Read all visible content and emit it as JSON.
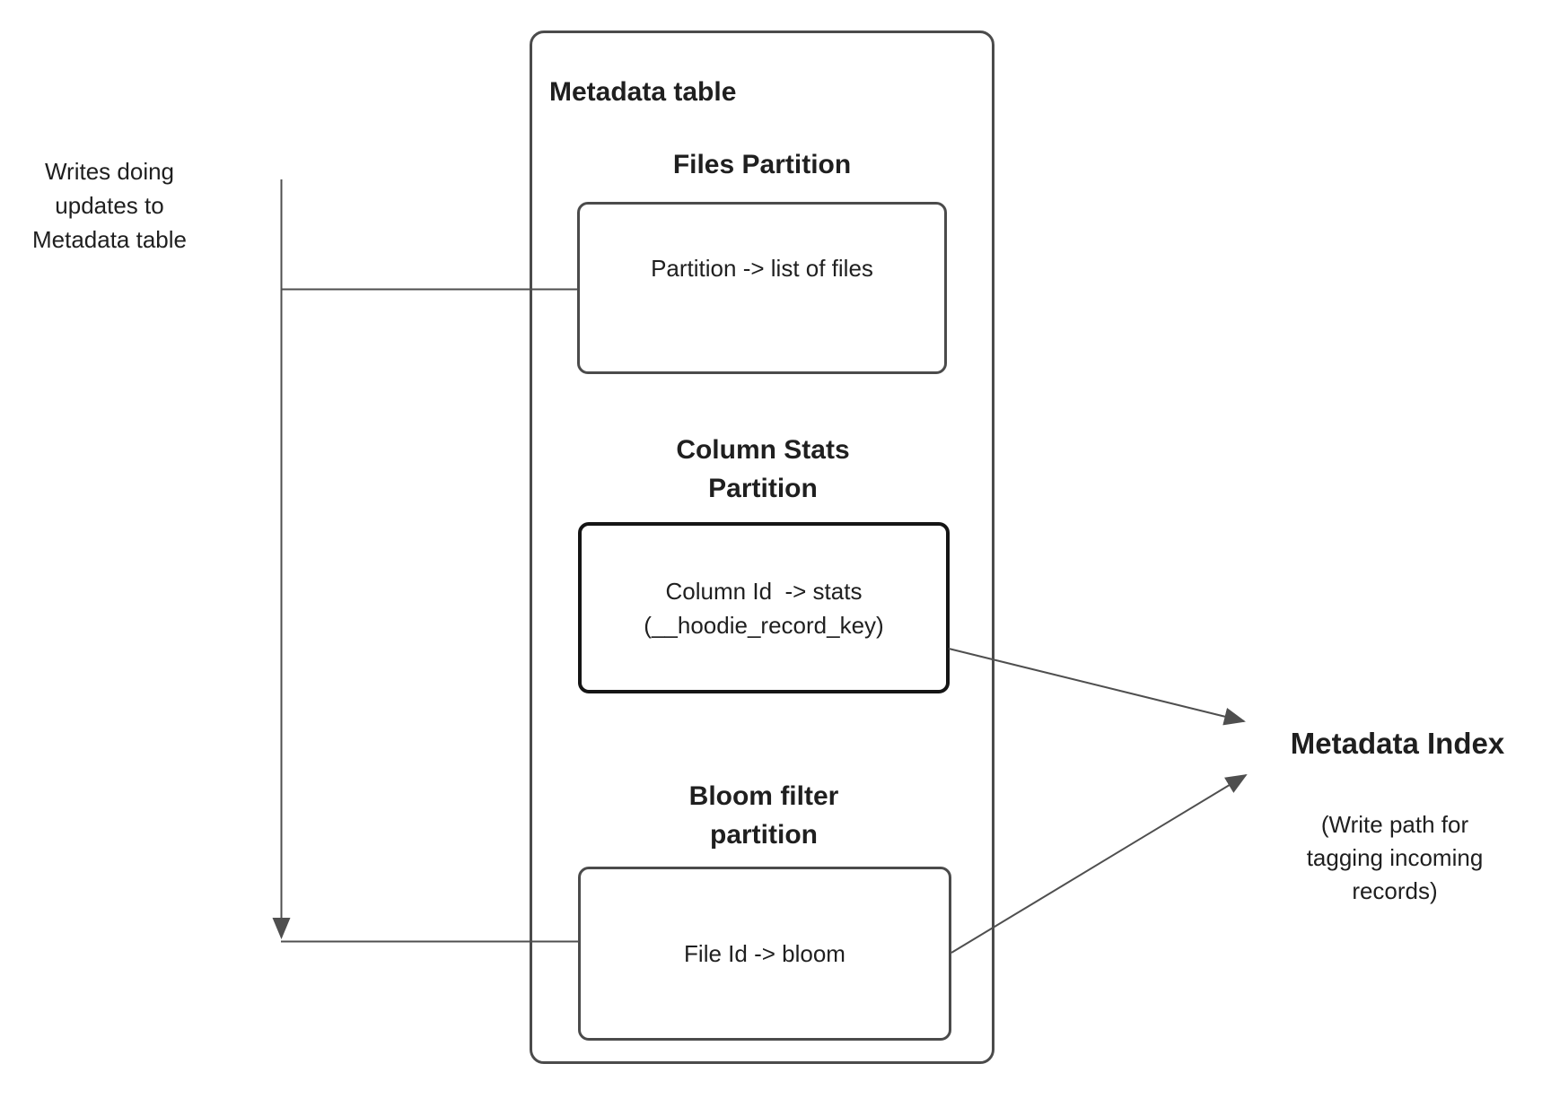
{
  "left_note": {
    "text": "Writes doing updates to Metadata table"
  },
  "outer_box": {
    "title": "Metadata table"
  },
  "sections": [
    {
      "heading_lines": [
        "Files Partition"
      ],
      "box_lines": [
        "Partition -> list of files"
      ],
      "box_style": "normal"
    },
    {
      "heading_lines": [
        "Column Stats",
        "Partition"
      ],
      "box_lines": [
        "Column Id  -> stats",
        "(__hoodie_record_key)"
      ],
      "box_style": "emphasized"
    },
    {
      "heading_lines": [
        "Bloom filter",
        "partition"
      ],
      "box_lines": [
        "File Id -> bloom"
      ],
      "box_style": "normal"
    }
  ],
  "metadata_index": {
    "title": "Metadata Index",
    "subtitle": "(Write path for tagging incoming records)"
  },
  "colors": {
    "background": "#ffffff",
    "connector_line": "#4f4f4f",
    "box_border": "#4b4b4b",
    "emphasized_box_border": "#151515",
    "text": "#1f1f1f"
  }
}
